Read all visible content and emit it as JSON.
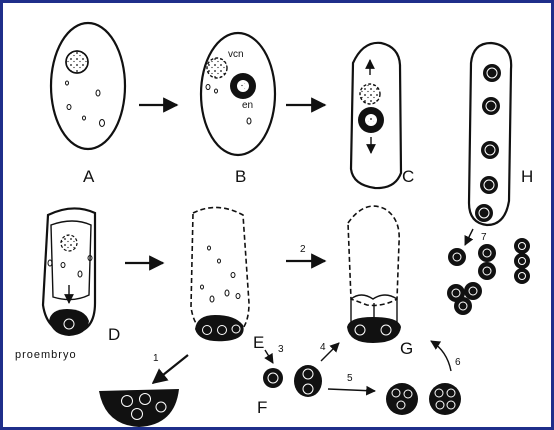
{
  "figure": {
    "panel_labels": {
      "A": "A",
      "B": "B",
      "C": "C",
      "D": "D",
      "E": "E",
      "F": "F",
      "G": "G",
      "H": "H"
    },
    "annotations": {
      "vcn": "vcn",
      "en": "en",
      "proembryo": "proembryo"
    },
    "step_numbers": [
      "1",
      "2",
      "3",
      "4",
      "5",
      "6",
      "7"
    ],
    "border_color": "#1f2f8a"
  }
}
